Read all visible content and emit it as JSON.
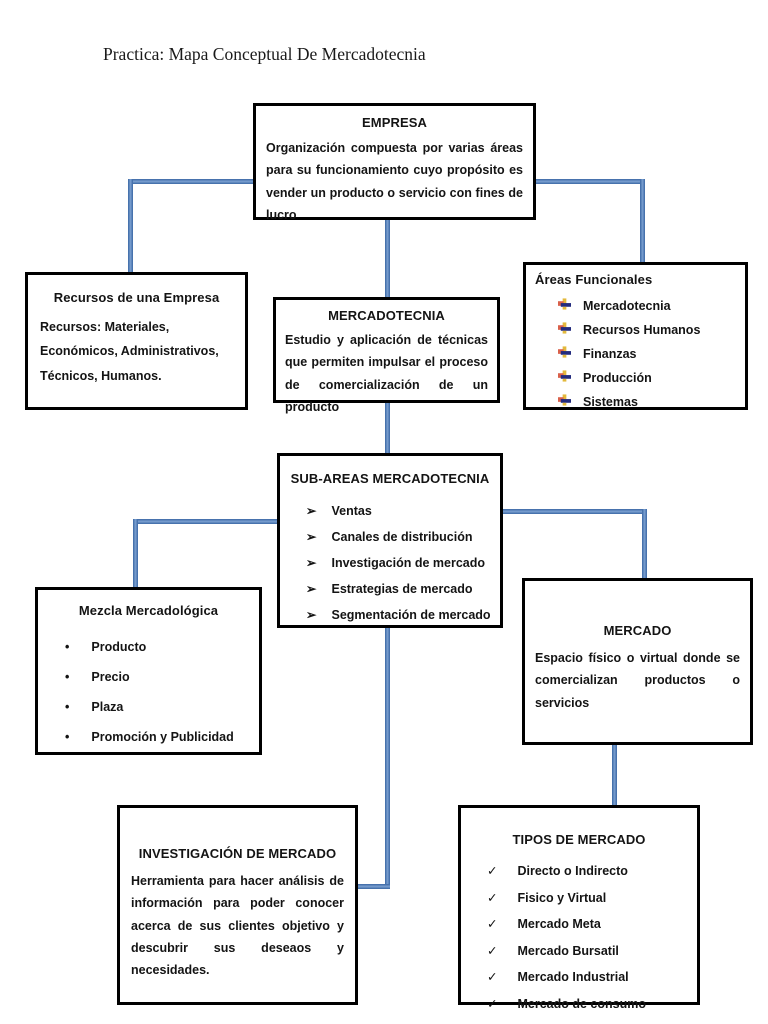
{
  "page": {
    "title": "Practica: Mapa Conceptual De Mercadotecnia"
  },
  "colors": {
    "connector": "#4f81bd",
    "border": "#000000",
    "background": "#ffffff"
  },
  "bullets": {
    "areas_funcionales_icon": "cross-3d-picture-bullet",
    "sub_areas": "➢",
    "mezcla": "•",
    "tipos": "✓"
  },
  "boxes": {
    "empresa": {
      "title": "EMPRESA",
      "body": "Organización compuesta por varias áreas para su funcionamiento cuyo propósito es vender un producto o servicio con fines de lucro"
    },
    "recursos": {
      "title": "Recursos de una Empresa",
      "body": "Recursos: Materiales, Económicos, Administrativos, Técnicos, Humanos."
    },
    "mercadotecnia": {
      "title": "MERCADOTECNIA",
      "body": "Estudio y aplicación de técnicas que permiten impulsar el proceso de comercialización de un producto"
    },
    "areas_funcionales": {
      "title": "Áreas Funcionales",
      "items": [
        "Mercadotecnia",
        "Recursos Humanos",
        "Finanzas",
        "Producción",
        "Sistemas"
      ]
    },
    "sub_areas": {
      "title": "SUB-AREAS MERCADOTECNIA",
      "items": [
        "Ventas",
        "Canales de distribución",
        "Investigación de mercado",
        "Estrategias de mercado",
        "Segmentación de mercado"
      ]
    },
    "mezcla": {
      "title": "Mezcla Mercadológica",
      "items": [
        "Producto",
        "Precio",
        "Plaza",
        "Promoción y Publicidad"
      ]
    },
    "mercado": {
      "title": "MERCADO",
      "body": "Espacio físico o virtual donde se comercializan productos o servicios"
    },
    "investigacion": {
      "title": "INVESTIGACIÓN DE MERCADO",
      "body": "Herramienta para hacer análisis de información para poder conocer acerca de sus clientes objetivo y descubrir sus deseaos y necesidades."
    },
    "tipos": {
      "title": "TIPOS DE MERCADO",
      "items": [
        "Directo o Indirecto",
        "Fisico y Virtual",
        "Mercado Meta",
        "Mercado Bursatil",
        "Mercado Industrial",
        "Mercado de consumo"
      ]
    }
  }
}
